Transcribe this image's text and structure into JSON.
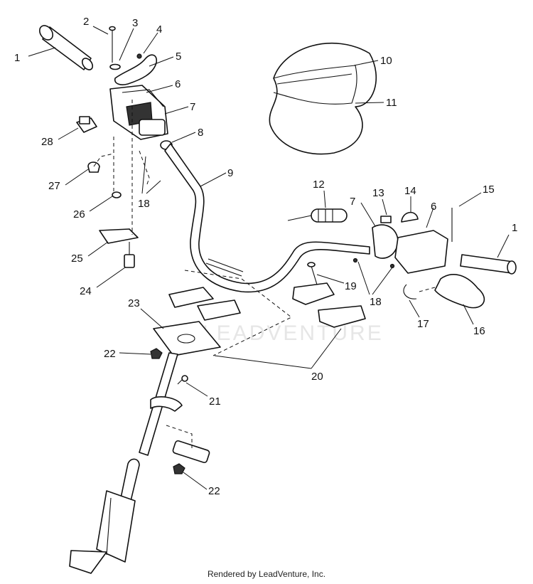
{
  "callouts": {
    "c1_left": "1",
    "c2": "2",
    "c3": "3",
    "c4": "4",
    "c5": "5",
    "c6_left": "6",
    "c7_left": "7",
    "c8": "8",
    "c9": "9",
    "c10": "10",
    "c11": "11",
    "c12": "12",
    "c7_right": "7",
    "c13": "13",
    "c14": "14",
    "c6_right": "6",
    "c15": "15",
    "c1_right": "1",
    "c16": "16",
    "c17": "17",
    "c18_right": "18",
    "c19": "19",
    "c18_left": "18",
    "c20": "20",
    "c21": "21",
    "c22_top": "22",
    "c22_bottom": "22",
    "c23": "23",
    "c24": "24",
    "c25": "25",
    "c26": "26",
    "c27": "27",
    "c28": "28"
  },
  "watermark": "LEADVENTURE",
  "footer": "Rendered by LeadVenture, Inc."
}
